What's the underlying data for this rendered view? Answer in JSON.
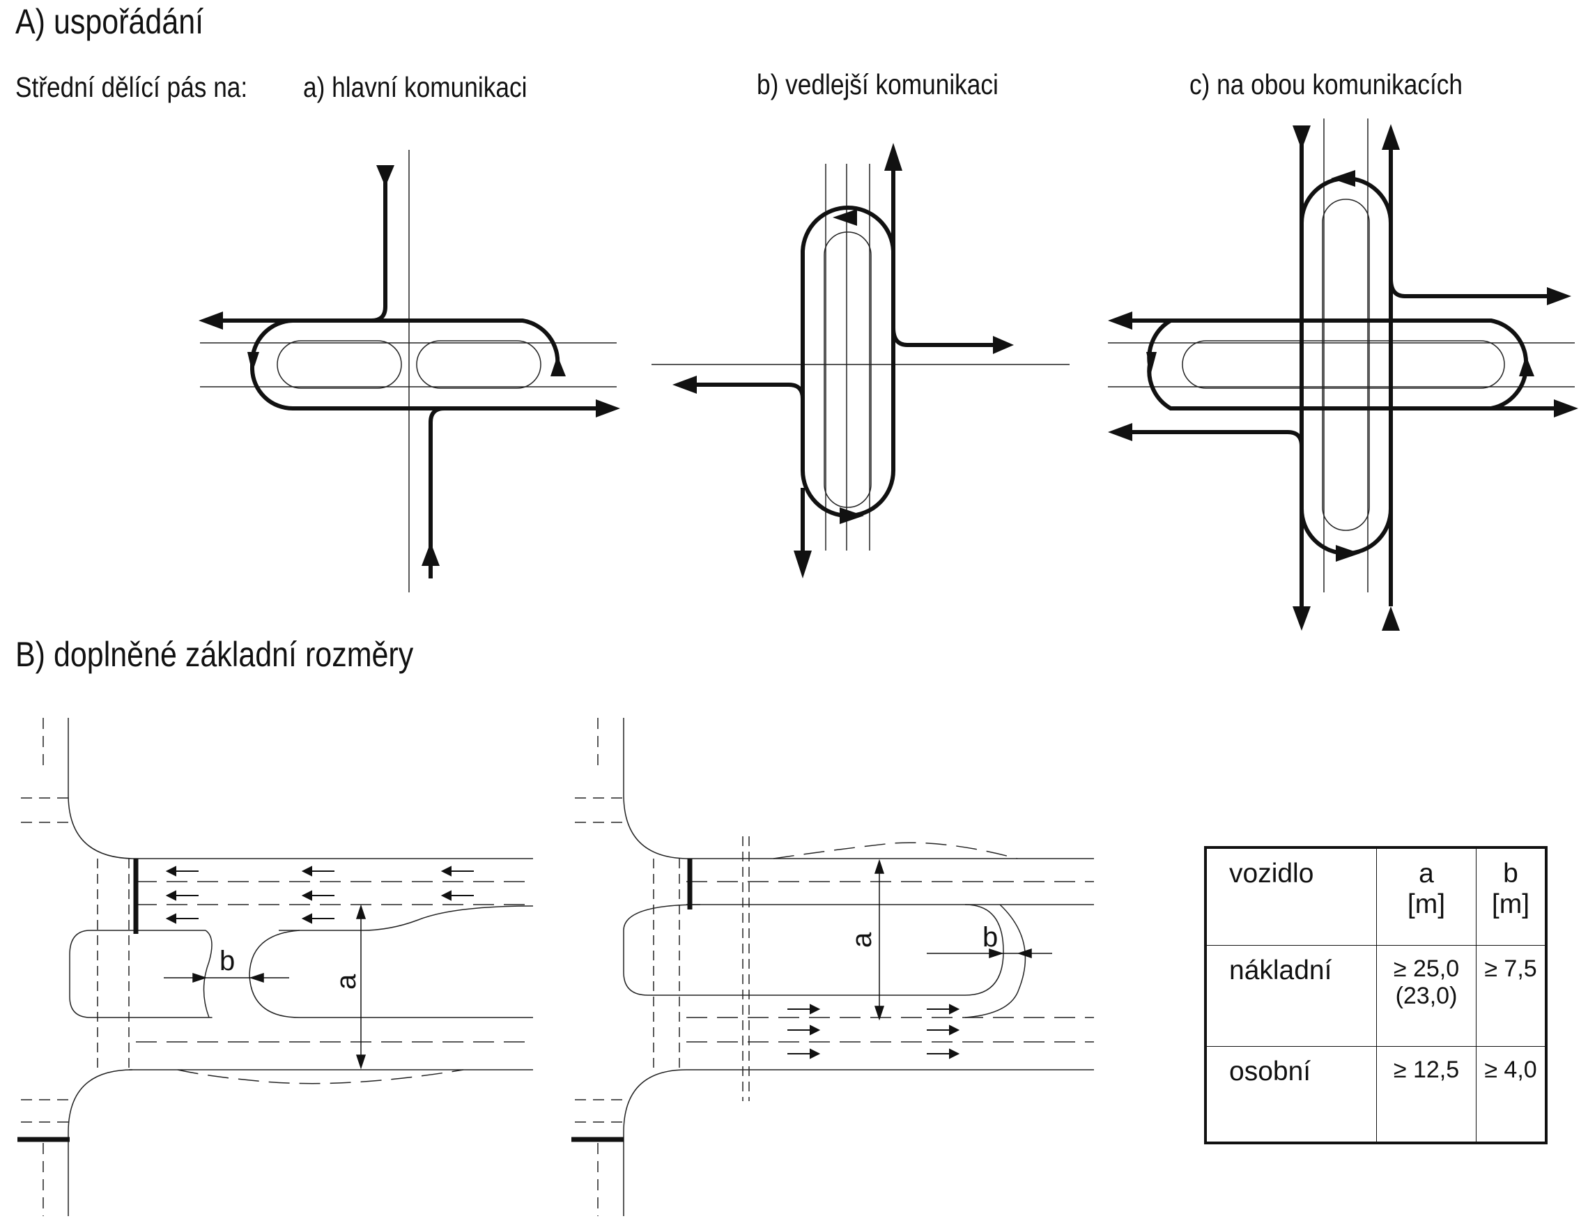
{
  "heading_a": "A) uspořádání",
  "subheading": "Střední dělící pás na:",
  "captions": {
    "a": "a) hlavní komunikaci",
    "b": "b) vedlejší komunikaci",
    "c": "c) na obou komunikacích"
  },
  "heading_b": "B) doplněné základní rozměry",
  "dimension_labels": {
    "a": "a",
    "b": "b"
  },
  "table": {
    "headers": {
      "vehicle": "vozidlo",
      "a": "a",
      "a_unit": "[m]",
      "b": "b",
      "b_unit": "[m]"
    },
    "rows": [
      {
        "vehicle": "nákladní",
        "a": "≥ 25,0",
        "a_note": "(23,0)",
        "b": "≥ 7,5"
      },
      {
        "vehicle": "osobní",
        "a": "≥ 12,5",
        "a_note": "",
        "b": "≥ 4,0"
      }
    ]
  }
}
